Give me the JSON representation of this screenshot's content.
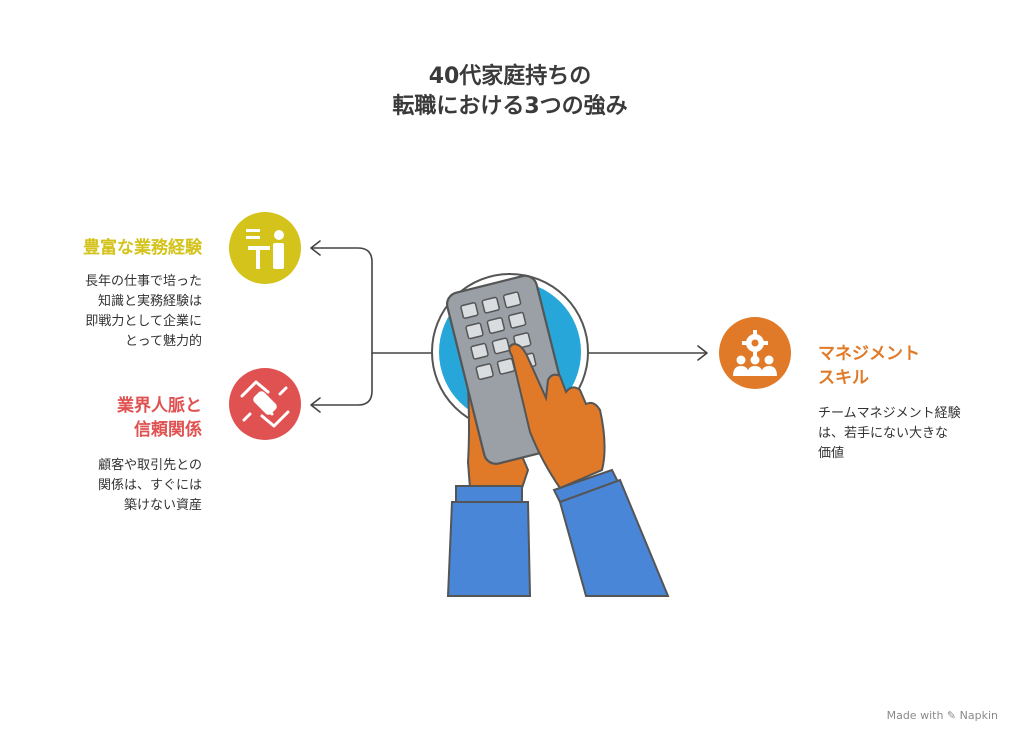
{
  "title": {
    "line1": "40代家庭持ちの",
    "line2": "転職における3つの強み"
  },
  "items": [
    {
      "heading": "豊富な業務経験",
      "color": "#d4c31a",
      "icon": "presenter-icon",
      "desc": [
        "長年の仕事で培った",
        "知識と実務経験は",
        "即戦力として企業に",
        "とって魅力的"
      ]
    },
    {
      "heading_lines": [
        "業界人脈と",
        "信頼関係"
      ],
      "color": "#e05252",
      "icon": "handshake-icon",
      "desc": [
        "顧客や取引先との",
        "関係は、すぐには",
        "築けない資産"
      ]
    },
    {
      "heading_lines": [
        "マネジメント",
        "スキル"
      ],
      "color": "#e07a28",
      "icon": "team-gear-icon",
      "desc": [
        "チームマネジメント経験",
        "は、若手にない大きな",
        "価値"
      ]
    }
  ],
  "center_icon": "calculator-hands-icon",
  "footer": {
    "made_with": "Made with",
    "brand": "Napkin"
  }
}
